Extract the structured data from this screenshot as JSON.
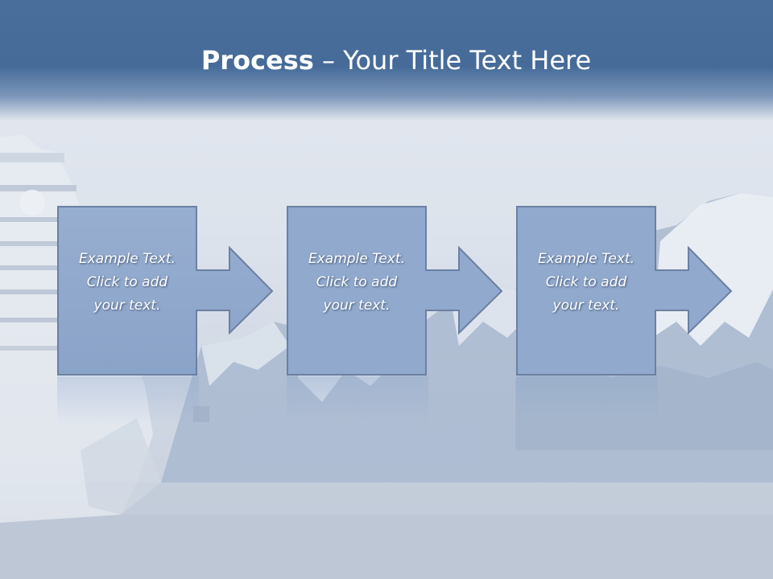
{
  "slide": {
    "title_bold": "Process",
    "title_rest": " – Your Title Text Here"
  },
  "steps": [
    {
      "line1": "Example Text.",
      "line2": "Click  to add",
      "line3": "your text."
    },
    {
      "line1": "Example Text.",
      "line2": "Click  to add",
      "line3": "your text."
    },
    {
      "line1": "Example Text.",
      "line2": "Click  to add",
      "line3": "your text."
    }
  ],
  "colors": {
    "title_band": "#466b99",
    "box_fill": "#8fa8cc",
    "box_stroke": "#6b80a3",
    "text": "#ffffff"
  },
  "background_image": "cruise-ship-and-snowy-mountains"
}
